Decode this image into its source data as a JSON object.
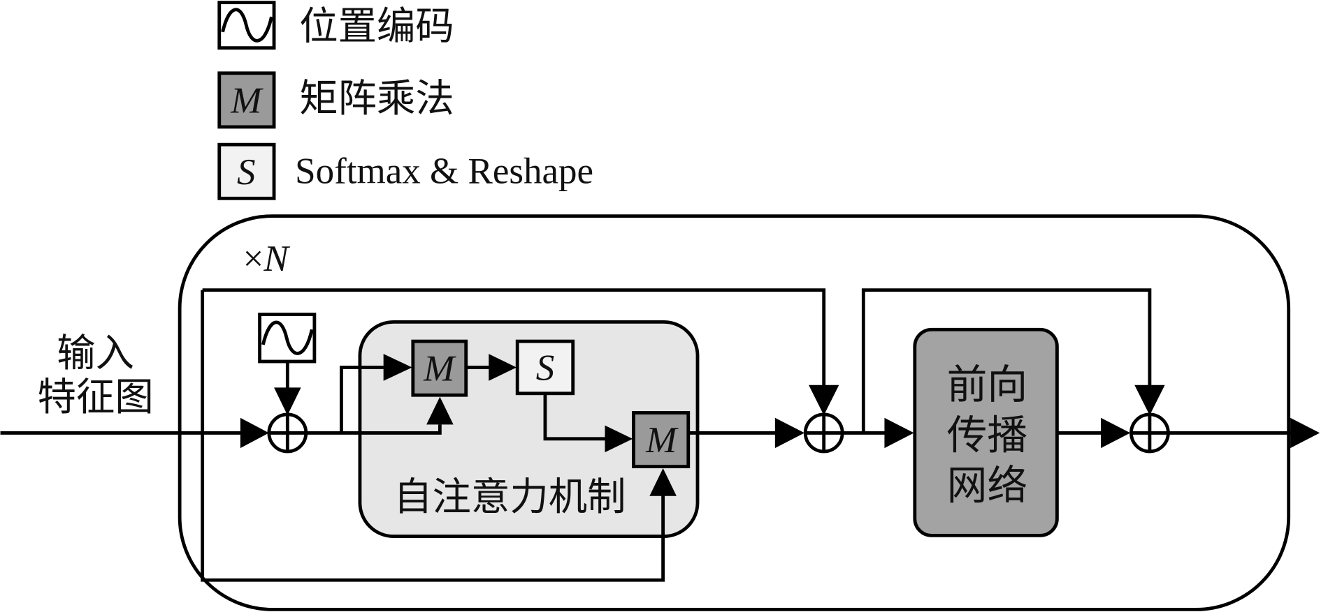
{
  "legend": {
    "items": [
      {
        "icon": "sine-wave-icon",
        "label": "位置编码"
      },
      {
        "symbol": "M",
        "label": "矩阵乘法"
      },
      {
        "symbol": "S",
        "label": "Softmax & Reshape"
      }
    ]
  },
  "repeat": {
    "times": "×",
    "count": "N"
  },
  "input": {
    "lines": [
      "输入",
      "特征图"
    ]
  },
  "self_attention": {
    "label": "自注意力机制",
    "matmul_symbol": "M",
    "softmax_symbol": "S"
  },
  "feed_forward": {
    "lines": [
      "前向",
      "传播",
      "网络"
    ]
  },
  "colors": {
    "matmul_fill": "#9a9a9a",
    "softmax_fill": "#f2f2f2",
    "attention_block_fill": "#e6e6e6",
    "ffn_fill": "#a3a3a3",
    "stroke": "#000000"
  }
}
